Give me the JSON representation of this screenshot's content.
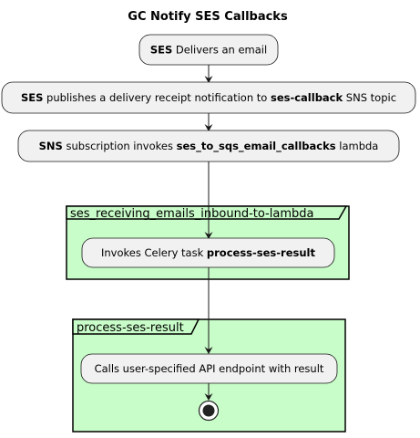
{
  "title": "GC Notify SES Callbacks",
  "partitions": [
    {
      "label": "ses_receiving_emails_inbound-to-lambda"
    },
    {
      "label": "process-ses-result"
    }
  ],
  "nodes": [
    {
      "parts": [
        {
          "text": "SES",
          "bold": true
        },
        {
          "text": " Delivers an email",
          "bold": false
        }
      ]
    },
    {
      "parts": [
        {
          "text": "SES",
          "bold": true
        },
        {
          "text": " publishes a delivery receipt notification to ",
          "bold": false
        },
        {
          "text": "ses-callback",
          "bold": true
        },
        {
          "text": " SNS topic",
          "bold": false
        }
      ]
    },
    {
      "parts": [
        {
          "text": "SNS",
          "bold": true
        },
        {
          "text": " subscription invokes ",
          "bold": false
        },
        {
          "text": "ses_to_sqs_email_callbacks",
          "bold": true
        },
        {
          "text": " lambda",
          "bold": false
        }
      ]
    },
    {
      "parts": [
        {
          "text": "Invokes Celery task ",
          "bold": false
        },
        {
          "text": "process-ses-result",
          "bold": true
        }
      ]
    },
    {
      "parts": [
        {
          "text": "Calls user-specified API endpoint with result",
          "bold": false
        }
      ]
    }
  ]
}
